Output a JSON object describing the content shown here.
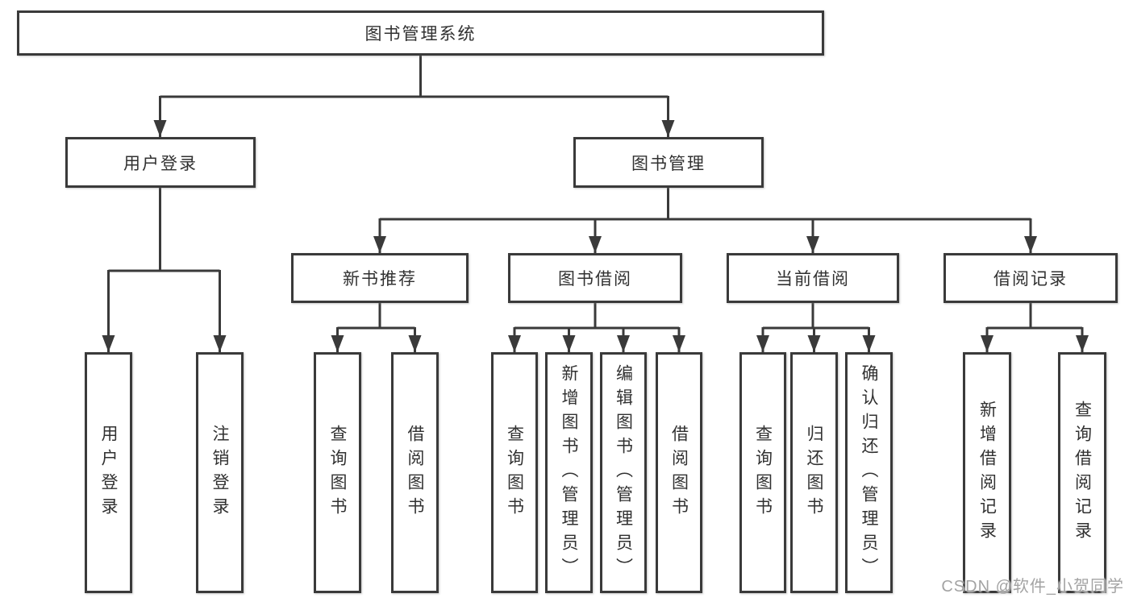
{
  "diagram": {
    "type": "tree-diagram",
    "watermark": "CSDN @软件_小贺同学",
    "colors": {
      "line": "#3a3a3a",
      "box_border": "#3a3a3a",
      "box_fill": "#ffffff",
      "text": "#313131",
      "watermark": "#a3a3a3",
      "background": "#ffffff"
    },
    "root": {
      "label": "图书管理系统"
    },
    "level2": {
      "user_login": {
        "label": "用户登录"
      },
      "book_management": {
        "label": "图书管理"
      }
    },
    "level3": {
      "new_book_recommend": {
        "label": "新书推荐",
        "parent": "图书管理"
      },
      "book_borrow": {
        "label": "图书借阅",
        "parent": "图书管理"
      },
      "current_borrow": {
        "label": "当前借阅",
        "parent": "图书管理"
      },
      "borrow_records": {
        "label": "借阅记录",
        "parent": "图书管理"
      }
    },
    "leaves": {
      "user_login": {
        "label": "用户登录",
        "parent": "用户登录"
      },
      "logout": {
        "label": "注销登录",
        "parent": "用户登录"
      },
      "nb_query_books": {
        "label": "查询图书",
        "parent": "新书推荐"
      },
      "nb_borrow_books": {
        "label": "借阅图书",
        "parent": "新书推荐"
      },
      "bb_query_books": {
        "label": "查询图书",
        "parent": "图书借阅"
      },
      "bb_add_books_admin": {
        "label": "新增图书（管理员）",
        "parent": "图书借阅"
      },
      "bb_edit_books_admin": {
        "label": "编辑图书（管理员）",
        "parent": "图书借阅"
      },
      "bb_borrow_books": {
        "label": "借阅图书",
        "parent": "图书借阅"
      },
      "cb_query_books": {
        "label": "查询图书",
        "parent": "当前借阅"
      },
      "cb_return_books": {
        "label": "归还图书",
        "parent": "当前借阅"
      },
      "cb_confirm_return_admin": {
        "label": "确认归还（管理员）",
        "parent": "当前借阅"
      },
      "br_add_record": {
        "label": "新增借阅记录",
        "parent": "借阅记录"
      },
      "br_query_record": {
        "label": "查询借阅记录",
        "parent": "借阅记录"
      }
    }
  }
}
